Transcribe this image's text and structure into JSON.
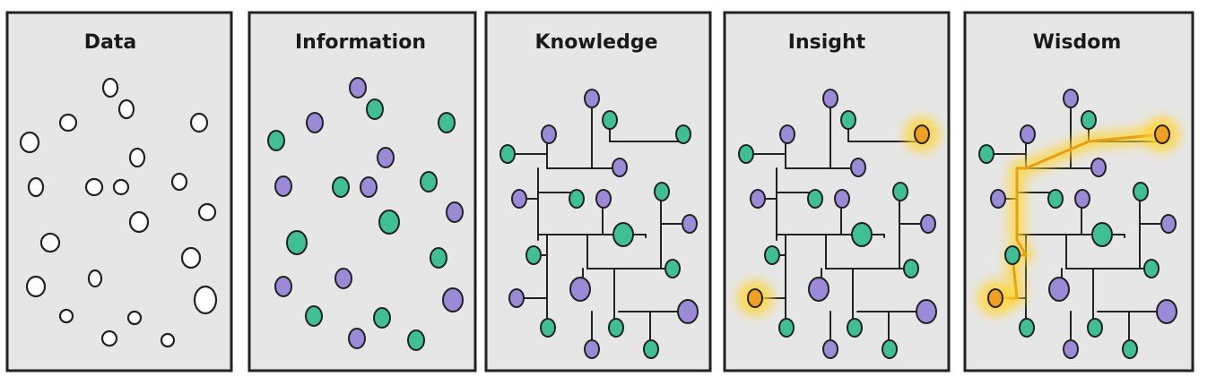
{
  "panels": [
    {
      "id": "data",
      "title": "Data"
    },
    {
      "id": "information",
      "title": "Information"
    },
    {
      "id": "knowledge",
      "title": "Knowledge"
    },
    {
      "id": "insight",
      "title": "Insight"
    },
    {
      "id": "wisdom",
      "title": "Wisdom"
    }
  ],
  "colors": {
    "panel_fill": "#e6e6e6",
    "stroke": "#222222",
    "empty_dot": "#ffffff",
    "green_dot": "#3fbf94",
    "purple_dot": "#9a8ad8",
    "highlight_glow": "#ffd633",
    "highlight_node": "#f0a020",
    "highlight_path": "#e8a010"
  }
}
